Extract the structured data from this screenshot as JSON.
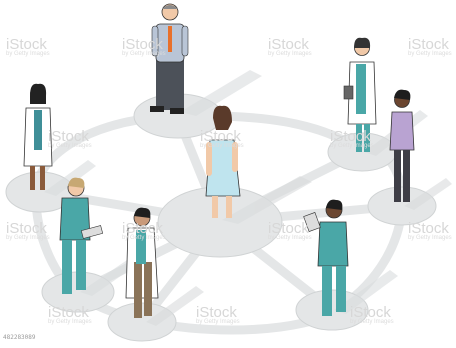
{
  "watermark": {
    "brand": "iStock",
    "credit": "by Getty Images"
  },
  "stock_id": "482283089",
  "colors": {
    "network_disc": "#e4e6e7",
    "disc_edge": "#c9cccd",
    "scrubs": "#4aa7a7",
    "lab_coat": "#ffffff",
    "patient_gown": "#bfe4ee"
  }
}
